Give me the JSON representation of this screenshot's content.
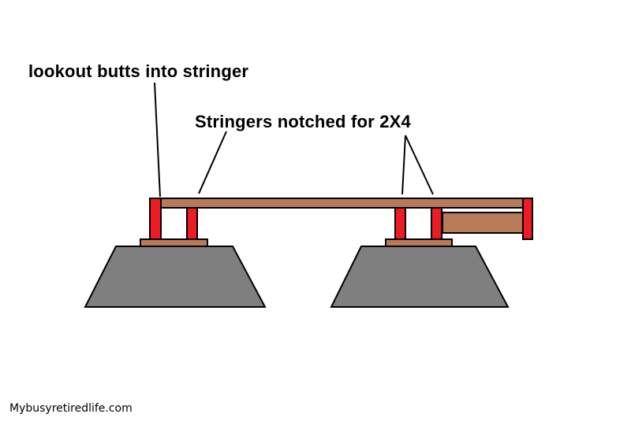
{
  "labels": {
    "lookout": "lookout butts into stringer",
    "stringers": "Stringers notched for 2X4"
  },
  "watermark": "Mybusyretiredlife.com",
  "colors": {
    "board": "#b97a57",
    "stringer_red": "#ed1c24",
    "concrete": "#7f7f7f",
    "outline": "#000000",
    "background": "#ffffff"
  }
}
